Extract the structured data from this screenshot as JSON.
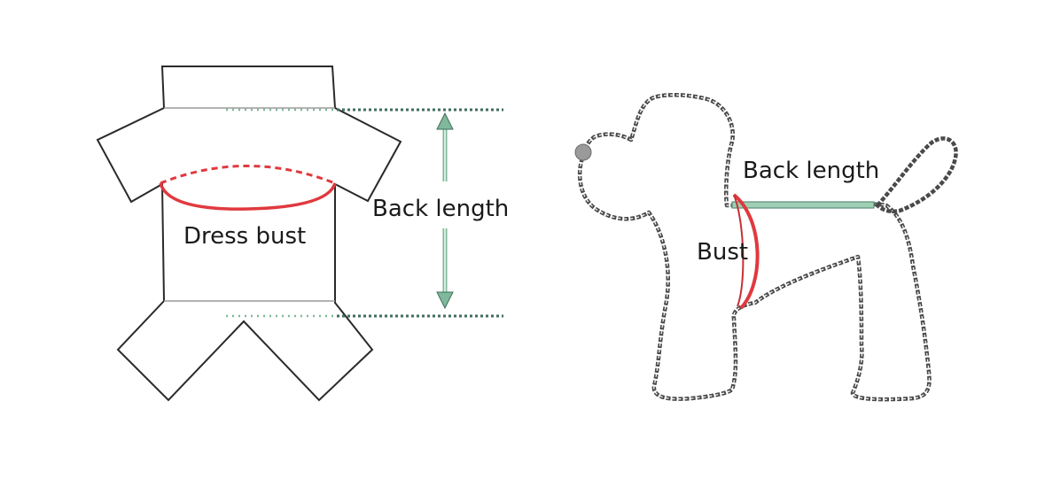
{
  "garment": {
    "bust_label": "Dress bust",
    "back_length_label": "Back length"
  },
  "dog": {
    "back_length_label": "Back length",
    "bust_label": "Bust"
  },
  "colors": {
    "outline": "#222222",
    "bust_marker": "#e0393e",
    "measure_line": "#7fb89a",
    "measure_dots": "#5f9f80",
    "chain": "#555555",
    "nose": "#9a9a9a"
  }
}
